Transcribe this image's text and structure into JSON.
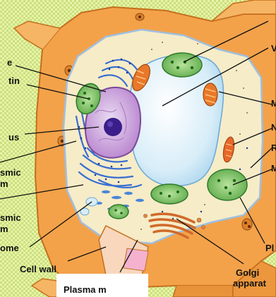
{
  "labels": {
    "left": {
      "l1": "e",
      "l2": "tin",
      "l3": "us",
      "l4a": "smic",
      "l4b": "m",
      "l5a": "smic",
      "l5b": "m",
      "l6": "ome"
    },
    "bottom": {
      "cell_wall": "Cell wall",
      "plasma_membrane": "Plasma m",
      "golgi_a": "Golgi",
      "golgi_b": "apparat"
    },
    "right": {
      "r_v": "V",
      "r_m1": "M",
      "r_n": "N",
      "r_r": "R",
      "r_m2": "M",
      "r_pl": "Pl"
    }
  },
  "colors": {
    "cell_wall": "#f3a24a",
    "cytoplasm": "#f6ecc8",
    "vacuole": "#dceff7",
    "nucleus": "#c9a0d8",
    "nucleolus": "#3a1f8a",
    "chloroplast": "#58b04a",
    "mitochondrion": "#e8782a",
    "er": "#3a6fd0"
  }
}
